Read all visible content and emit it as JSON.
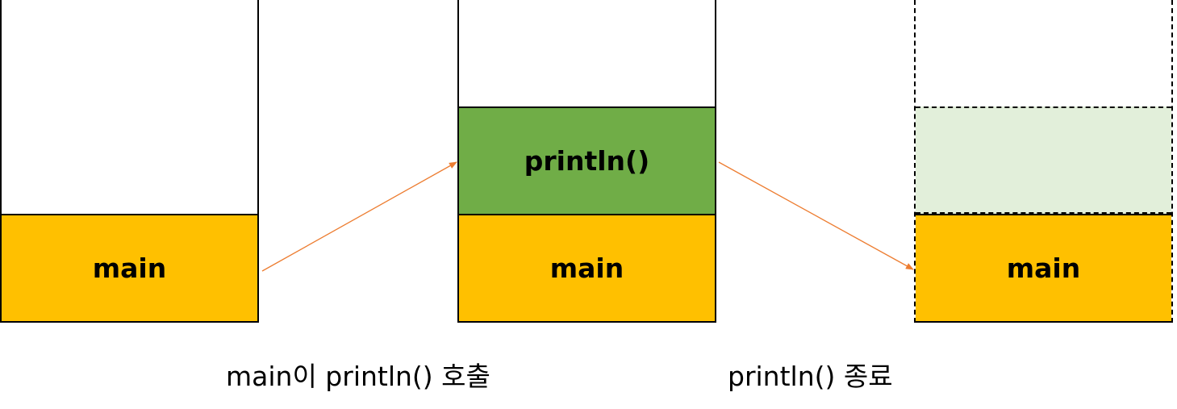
{
  "stacks": [
    {
      "frames": [
        {
          "label": "main"
        }
      ]
    },
    {
      "frames": [
        {
          "label": "main"
        },
        {
          "label": "println()"
        }
      ]
    },
    {
      "frames": [
        {
          "label": "main"
        }
      ]
    }
  ],
  "captions": {
    "call": "main이 println() 호출",
    "end": "println() 종료"
  },
  "colors": {
    "main_frame": "#ffc000",
    "println_frame": "#70ad47",
    "println_removed_frame": "#e2efda",
    "arrow": "#ed7d31"
  }
}
